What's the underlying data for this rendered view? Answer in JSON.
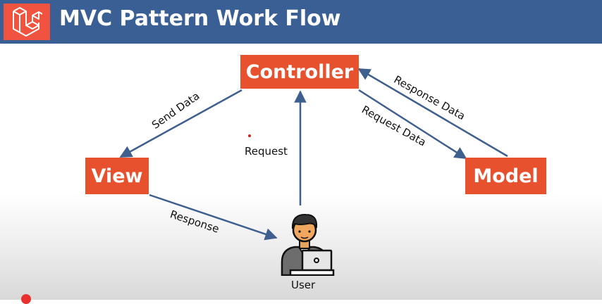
{
  "header": {
    "title": "MVC Pattern Work Flow",
    "logo_icon": "laravel-logo-icon",
    "background_color": "#3a5f94",
    "logo_color": "#f05340"
  },
  "diagram": {
    "nodes": {
      "controller": "Controller",
      "view": "View",
      "model": "Model",
      "user": "User"
    },
    "edges": {
      "send_data": "Send Data",
      "response_data": "Response Data",
      "request_data": "Request Data",
      "request": "Request",
      "response": "Response"
    },
    "node_color": "#e8512e",
    "arrow_color": "#3f5f8f",
    "user_icon": "user-laptop-icon"
  }
}
